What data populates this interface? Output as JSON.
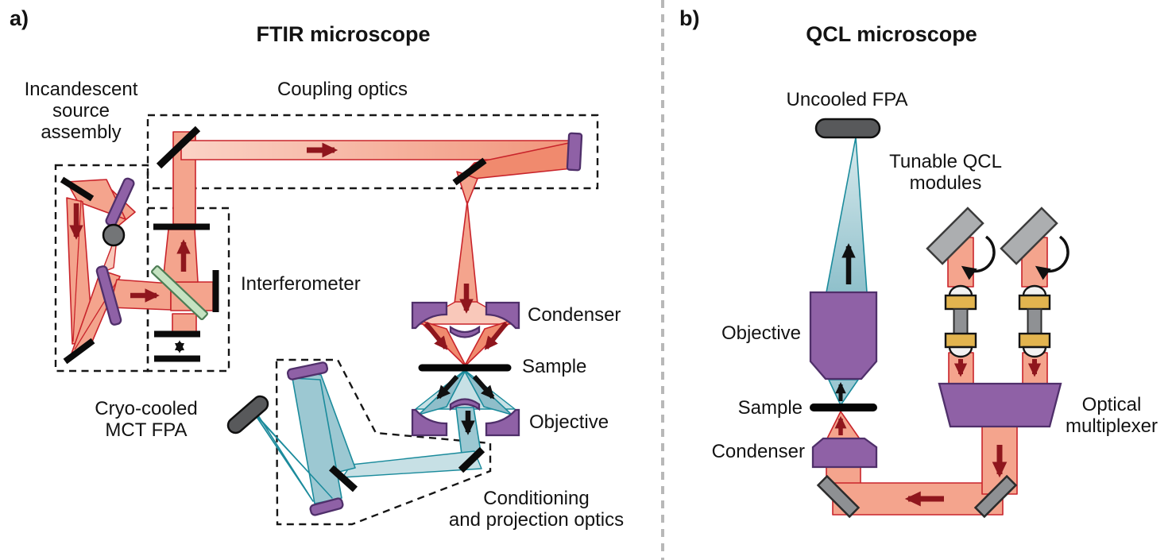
{
  "panel_a": {
    "tag": "a)",
    "title": "FTIR microscope",
    "labels": {
      "source_assembly": "Incandescent\nsource\nassembly",
      "coupling_optics": "Coupling optics",
      "interferometer": "Interferometer",
      "condenser": "Condenser",
      "sample": "Sample",
      "objective": "Objective",
      "detector": "Cryo-cooled\nMCT FPA",
      "conditioning_optics": "Conditioning\nand projection optics"
    }
  },
  "panel_b": {
    "tag": "b)",
    "title": "QCL microscope",
    "labels": {
      "detector": "Uncooled FPA",
      "qcl_modules": "Tunable QCL\nmodules",
      "objective": "Objective",
      "sample": "Sample",
      "condenser": "Condenser",
      "multiplexer": "Optical\nmultiplexer"
    }
  },
  "colors": {
    "beam_ir_fill": "#F4A48D",
    "beam_ir_stroke": "#C9242B",
    "beam_ir_arrow": "#8F161D",
    "beam_detect_fill": "#9CC8D2",
    "beam_detect_stroke": "#1B8B9C",
    "optic_purple": "#8F61A6",
    "optic_purple_border": "#4F2F6A",
    "metal_gray": "#ACAEB0",
    "detector_gray": "#58595B",
    "lens_gold": "#E2B44F",
    "beamsplitter_green": "#C5E2C1",
    "divider_gray": "#B8B8B8"
  }
}
